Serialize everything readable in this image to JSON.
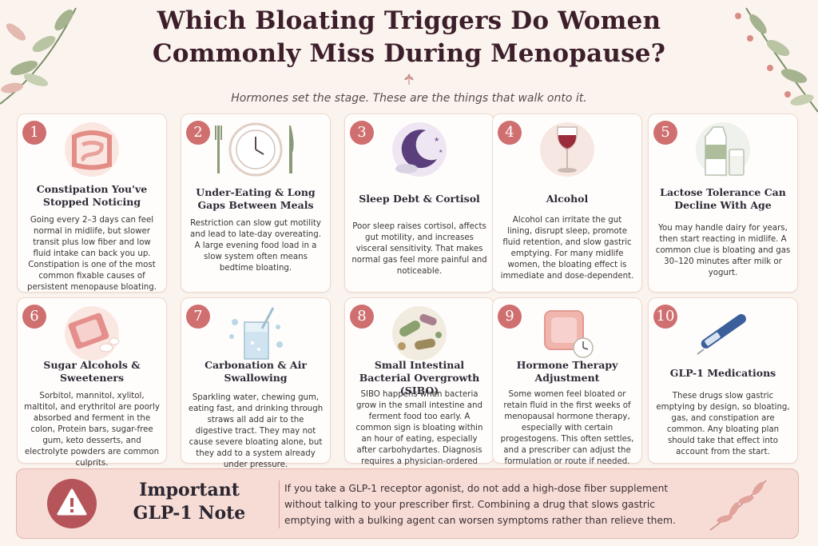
{
  "header": {
    "title_line1": "Which Bloating Triggers Do Women",
    "title_line2": "Commonly Miss During Menopause?",
    "subtitle": "Hormones set the stage. These are the things that walk onto it."
  },
  "cards": [
    {
      "num": "1",
      "title": "Constipation You've Stopped Noticing",
      "body": "Going every 2–3 days can feel normal in midlife, but slower transit plus low fiber and low fluid intake can back you up. Constipation is one of the most common fixable causes of persistent menopause bloating.",
      "icon": "intestine-icon"
    },
    {
      "num": "2",
      "title": "Under-Eating & Long Gaps Between Meals",
      "body": "Restriction can slow gut motility and lead to late-day overeating. A large evening food load in a slow system often means bedtime bloating.",
      "icon": "plate-clock-icon"
    },
    {
      "num": "3",
      "title": "Sleep Debt & Cortisol",
      "body": "Poor sleep raises cortisol, affects gut motility, and increases visceral sensitivity. That makes normal gas feel more painful and noticeable.",
      "icon": "moon-icon"
    },
    {
      "num": "4",
      "title": "Alcohol",
      "body": "Alcohol can irritate the gut lining, disrupt sleep, promote fluid retention, and slow gastric emptying. For many midlife women, the bloating effect is immediate and dose-dependent.",
      "icon": "wine-glass-icon"
    },
    {
      "num": "5",
      "title": "Lactose Tolerance Can Decline With Age",
      "body": "You may handle dairy for years, then start reacting in midlife. A common clue is bloating and gas 30–120 minutes after milk or yogurt.",
      "icon": "milk-icon"
    },
    {
      "num": "6",
      "title": "Sugar Alcohols & Sweeteners",
      "body": "Sorbitol, mannitol, xylitol, maltitol, and erythritol are poorly absorbed and ferment in the colon, Protein bars, sugar-free gum, keto desserts, and electrolyte powders are common culprits.",
      "icon": "candy-icon"
    },
    {
      "num": "7",
      "title": "Carbonation & Air Swallowing",
      "body": "Sparkling water, chewing gum, eating fast, and drinking through straws all add air to the digestive tract. They may not cause severe bloating alone, but they add to a system already under pressure.",
      "icon": "sparkling-water-icon"
    },
    {
      "num": "8",
      "title": "Small Intestinal Bacterial Overgrowth (SIBO)",
      "body": "SIBO happens when bacteria grow in the small intestine and ferment food too early. A common sign is bloating within an hour of eating, especially after carbohydartes. Diagnosis requires a physician-ordered breath test.",
      "icon": "bacteria-icon"
    },
    {
      "num": "9",
      "title": "Hormone Therapy Adjustment",
      "body": "Some women feel bloated or retain fluid in the first weeks of menopausal hormone therapy, especially with certain progestogens. This often settles, and a prescriber can adjust the formulation or route if needed.",
      "icon": "hormone-patch-icon"
    },
    {
      "num": "10",
      "title": "GLP-1 Medications",
      "body": "These drugs slow gastric emptying by design, so bloating, gas, and constipation are common. Any bloating plan should take that effect into account from the start.",
      "icon": "injection-pen-icon"
    }
  ],
  "note": {
    "title_line1": "Important",
    "title_line2": "GLP-1 Note",
    "text": "If you take a GLP-1 receptor agonist, do not add a high-dose fiber supplement without talking to your prescriber first. Combining a drug that slows gastric emptying with a bulking agent can worsen symptoms rather than relieve them."
  },
  "colors": {
    "accent": "#cf6f6f",
    "title": "#3d1f2c",
    "note_bg": "#f7dcd6"
  }
}
